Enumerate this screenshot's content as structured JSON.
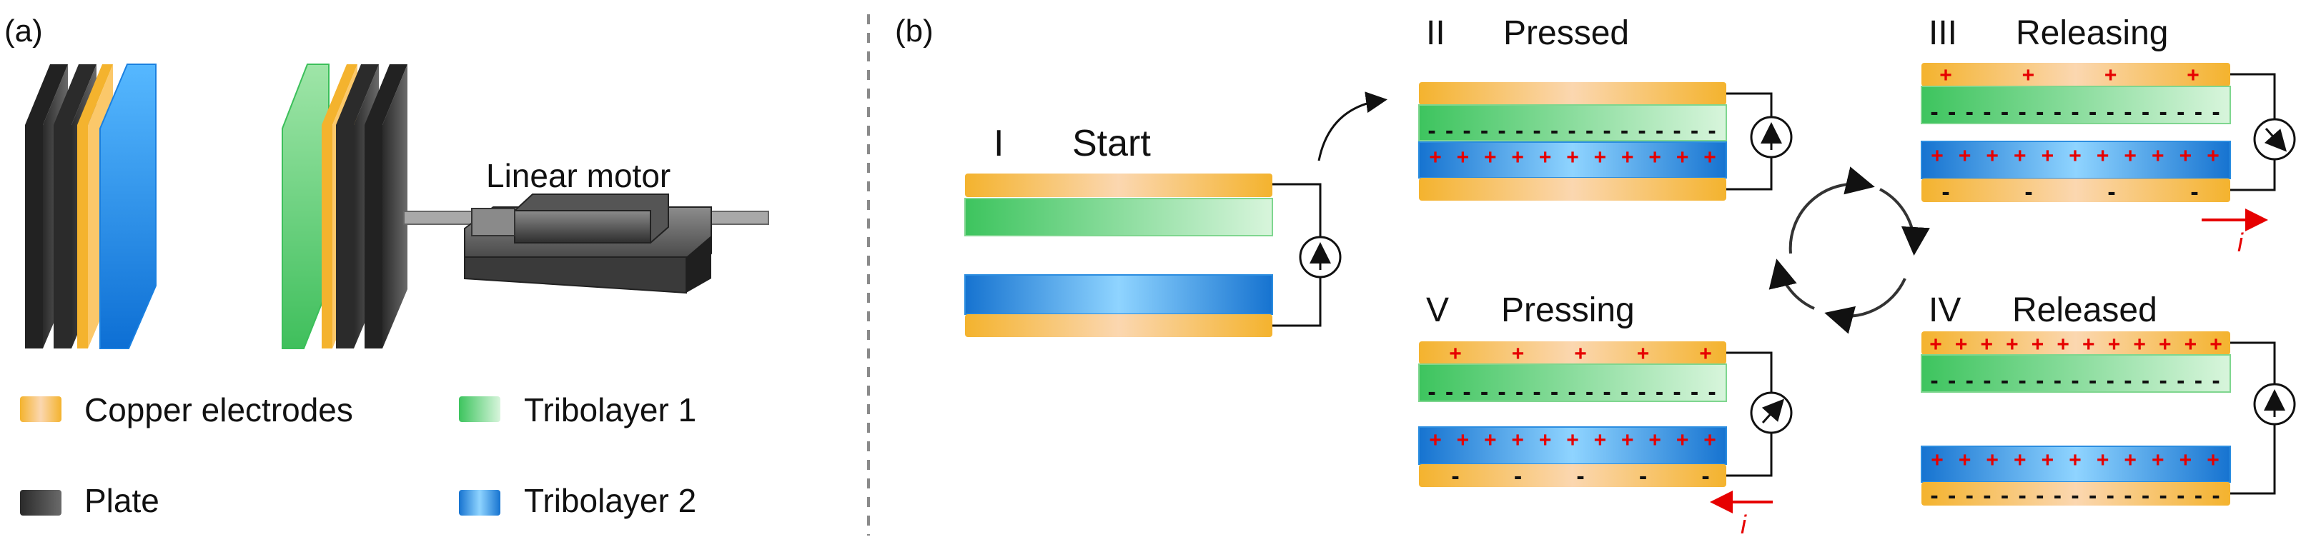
{
  "panel_a": {
    "label": "(a)",
    "motor_label": "Linear motor",
    "legend": [
      {
        "label": "Copper electrodes",
        "color": "#f8c650"
      },
      {
        "label": "Plate",
        "color": "#3a3a3a"
      },
      {
        "label": "Tribolayer 1",
        "color": "#62d07a"
      },
      {
        "label": "Tribolayer 2",
        "color": "#1e90e6"
      }
    ]
  },
  "panel_b": {
    "label": "(b)",
    "states": {
      "start": {
        "numeral": "I",
        "name": "Start"
      },
      "pressed": {
        "numeral": "II",
        "name": "Pressed"
      },
      "releasing": {
        "numeral": "III",
        "name": "Releasing"
      },
      "released": {
        "numeral": "IV",
        "name": "Released"
      },
      "pressing": {
        "numeral": "V",
        "name": "Pressing"
      }
    },
    "plus_symbol": "+",
    "minus_symbol": "-",
    "current_symbol": "i"
  },
  "colors": {
    "copper": "#f8c650",
    "plate": "#3a3a3a",
    "tribolayer1": "#62d07a",
    "tribolayer2": "#1e90e6",
    "charge_plus": "#e60000",
    "divider": "#8a8a8a"
  }
}
